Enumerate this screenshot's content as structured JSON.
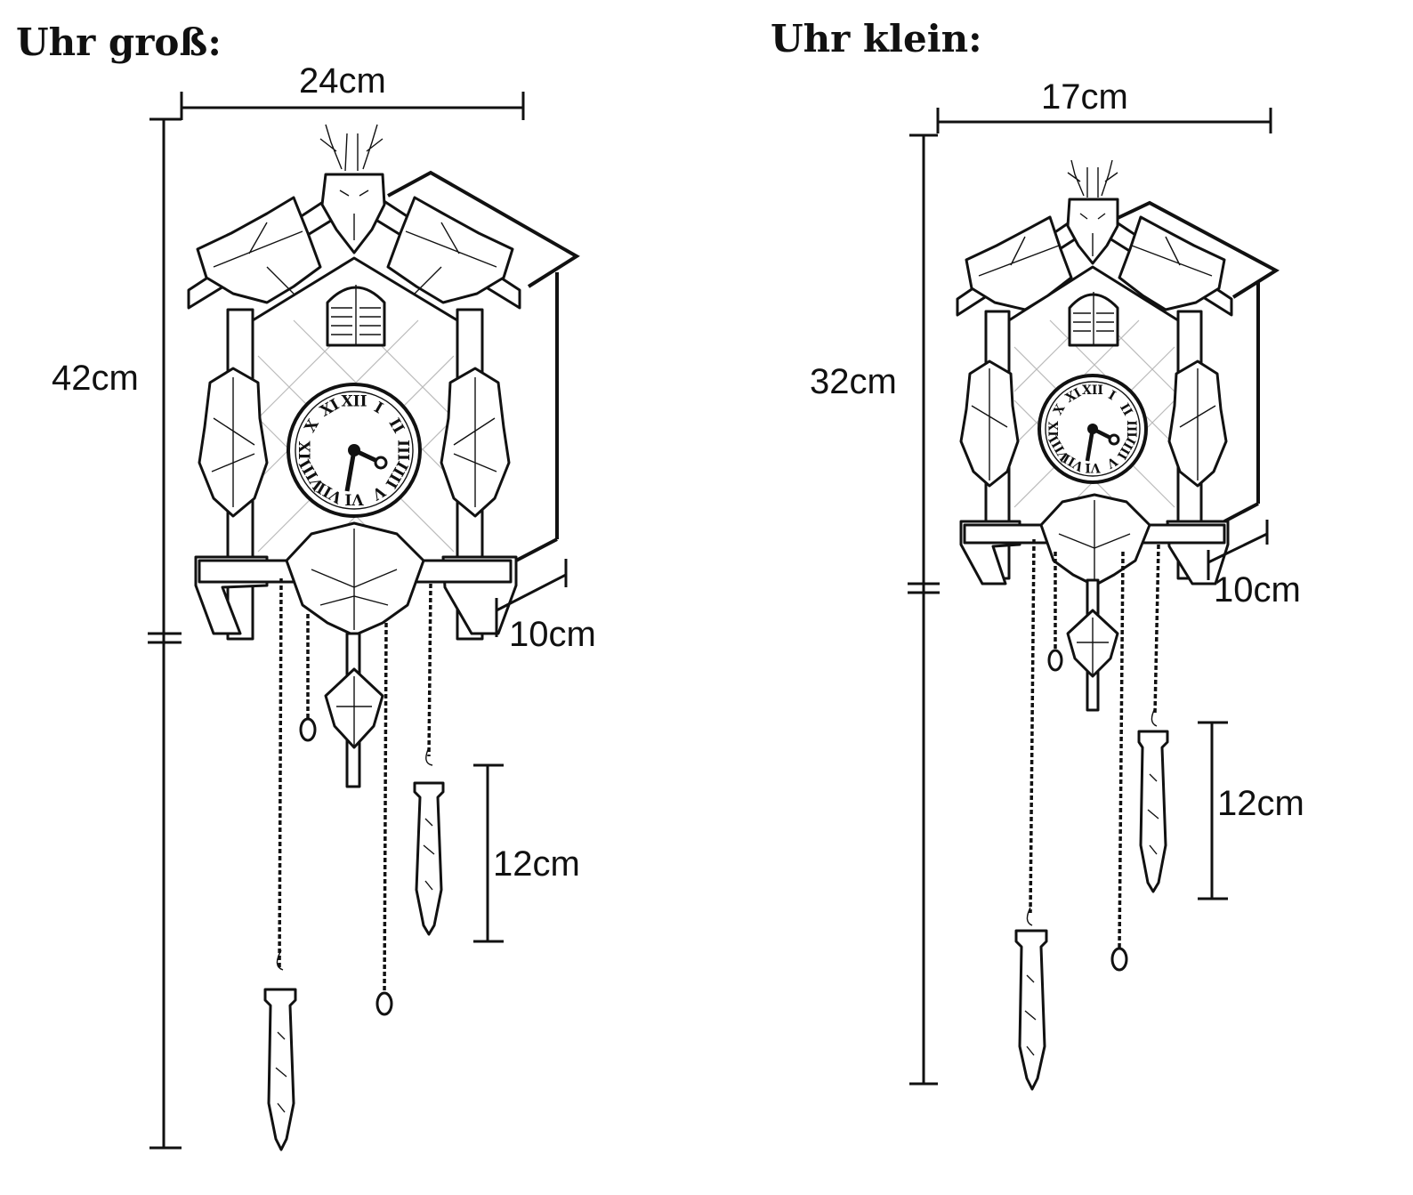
{
  "large_clock": {
    "title": "Uhr groß:",
    "width_label": "24cm",
    "height_label": "42cm",
    "depth_label": "10cm",
    "weight_label": "12cm"
  },
  "small_clock": {
    "title": "Uhr klein:",
    "width_label": "17cm",
    "height_label": "32cm",
    "depth_label": "10cm",
    "weight_label": "12cm"
  },
  "dial_numerals": [
    "XII",
    "I",
    "II",
    "III",
    "IIII",
    "V",
    "VI",
    "VII",
    "VIII",
    "IX",
    "X",
    "XI"
  ],
  "colors": {
    "ink": "#111111",
    "background": "#ffffff"
  }
}
